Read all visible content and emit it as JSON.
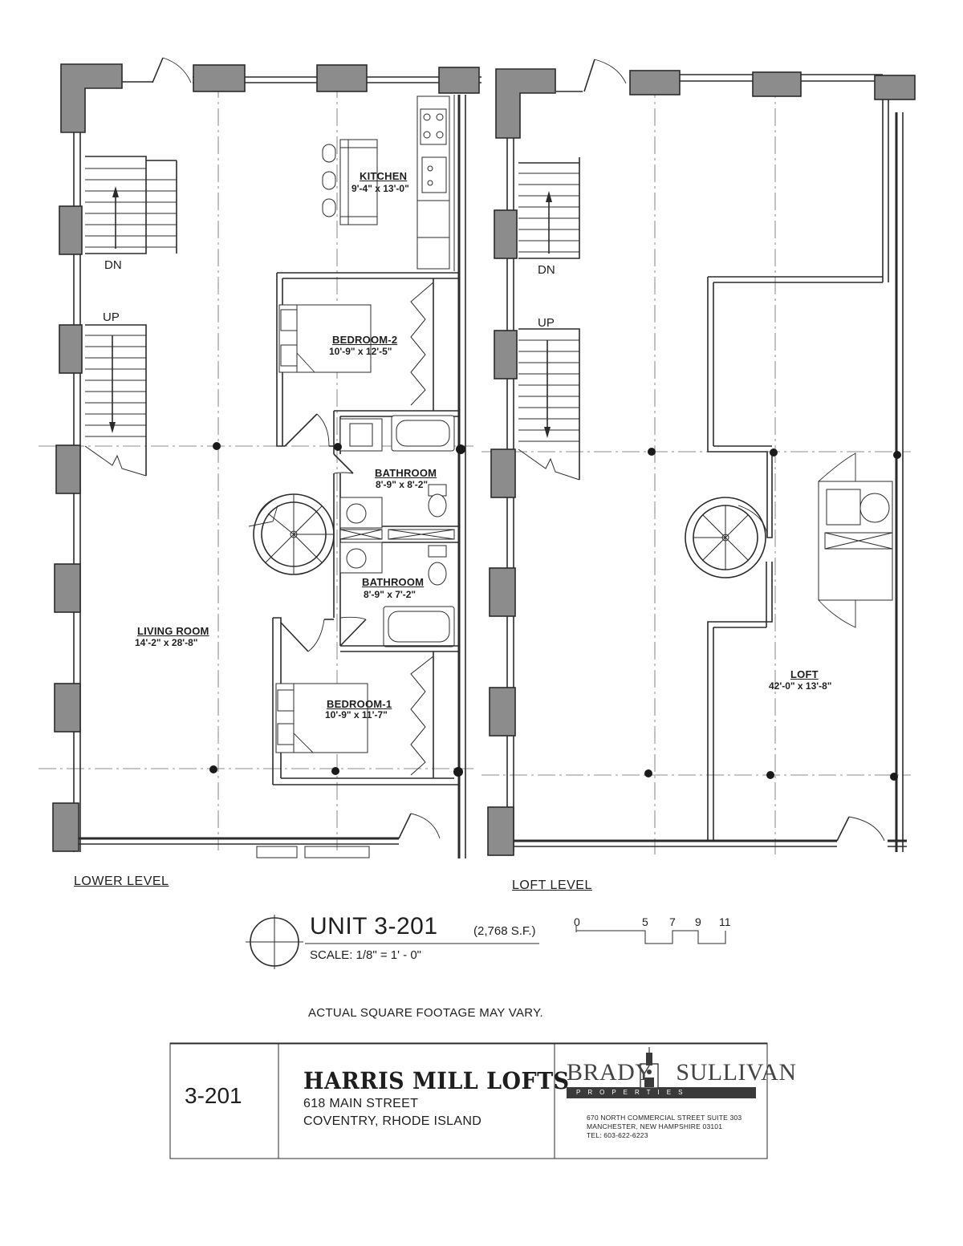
{
  "rooms": {
    "kitchen": {
      "name": "KITCHEN",
      "dims": "9'-4\" x 13'-0\""
    },
    "bedroom2": {
      "name": "BEDROOM-2",
      "dims": "10'-9\" x 12'-5\""
    },
    "bathroom_a": {
      "name": "BATHROOM",
      "dims": "8'-9\" x 8'-2\""
    },
    "bathroom_b": {
      "name": "BATHROOM",
      "dims": "8'-9\" x 7'-2\""
    },
    "living": {
      "name": "LIVING ROOM",
      "dims": "14'-2\" x 28'-8\""
    },
    "bedroom1": {
      "name": "BEDROOM-1",
      "dims": "10'-9\" x 11'-7\""
    },
    "loft": {
      "name": "LOFT",
      "dims": "42'-0\" x 13'-8\""
    }
  },
  "stairs": {
    "lower_dn": "DN",
    "lower_up": "UP",
    "loft_dn": "DN",
    "loft_up": "UP"
  },
  "levels": {
    "lower": "LOWER LEVEL",
    "loft": "LOFT LEVEL"
  },
  "unit": {
    "title": "UNIT 3-201",
    "square_feet": "(2,768 S.F.)",
    "scale": "SCALE: 1/8\" = 1' - 0\"",
    "scale_ticks": [
      "0",
      "5",
      "7",
      "9",
      "11"
    ]
  },
  "disclaimer": "ACTUAL SQUARE FOOTAGE MAY VARY.",
  "title_block": {
    "unit_number": "3-201",
    "project_name": "HARRIS MILL LOFTS",
    "street": "618 MAIN STREET",
    "city": "COVENTRY, RHODE ISLAND",
    "company_logo_text": "BRADY SULLIVAN",
    "company_logo_sub": "PROPERTIES",
    "company_address": [
      "670 NORTH COMMERCIAL STREET SUITE 303",
      "MANCHESTER, NEW HAMPSHIRE 03101",
      "TEL: 603-622-6223"
    ]
  },
  "colors": {
    "line": "#2b2b2b",
    "pier_fill": "#8c8c8c",
    "column_dot": "#1a1a1a"
  }
}
